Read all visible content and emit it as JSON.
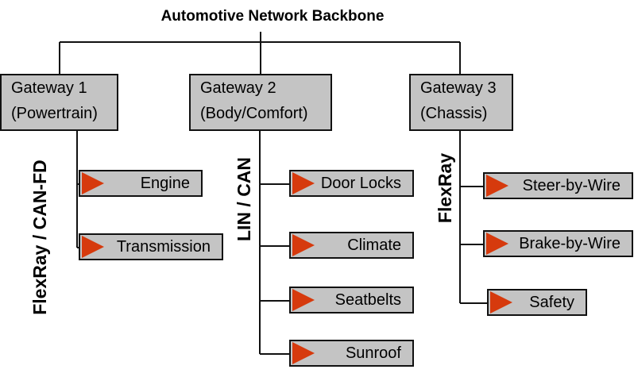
{
  "title": "Automotive Network Backbone",
  "gateways": [
    {
      "line1": "Gateway 1",
      "line2": "(Powertrain)",
      "bus": "FlexRay / CAN-FD",
      "nodes": [
        "Engine",
        "Transmission"
      ]
    },
    {
      "line1": "Gateway 2",
      "line2": "(Body/Comfort)",
      "bus": "LIN / CAN",
      "nodes": [
        "Door Locks",
        "Climate",
        "Seatbelts",
        "Sunroof"
      ]
    },
    {
      "line1": "Gateway 3",
      "line2": "(Chassis)",
      "bus": "FlexRay",
      "nodes": [
        "Steer-by-Wire",
        "Brake-by-Wire",
        "Safety"
      ]
    }
  ],
  "colors": {
    "box_fill": "#c4c4c4",
    "arrow": "#d63a0d",
    "line": "#111111"
  },
  "icons": {
    "node_marker": "triangle-arrow-icon"
  }
}
